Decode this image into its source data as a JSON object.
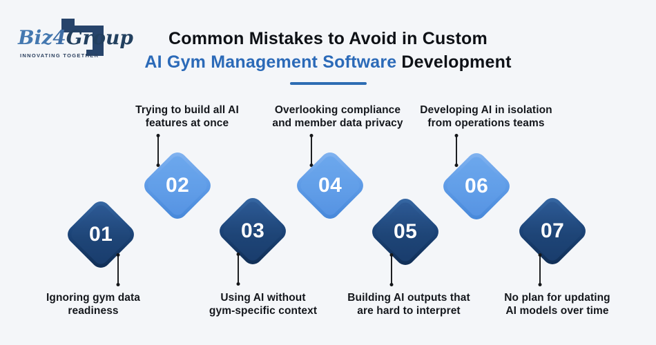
{
  "logo": {
    "brand_part1": "Biz",
    "brand_part2": "4",
    "brand_part3": "Group",
    "tagline": "INNOVATING TOGETHER"
  },
  "header": {
    "line1": "Common Mistakes to Avoid in Custom",
    "line2_highlight": "AI Gym Management Software",
    "line2_rest": "Development"
  },
  "colors": {
    "background": "#f4f6f9",
    "accent_blue": "#2b6ab8",
    "underline": "#2d6cb3",
    "dark_diamond": "#1c4478",
    "light_diamond": "#5f9ce7",
    "label_text": "#14171c"
  },
  "items": [
    {
      "number": "01",
      "label_line1": "Ignoring gym data",
      "label_line2": "readiness"
    },
    {
      "number": "02",
      "label_line1": "Trying to build all AI",
      "label_line2": "features at once"
    },
    {
      "number": "03",
      "label_line1": "Using AI without",
      "label_line2": "gym-specific context"
    },
    {
      "number": "04",
      "label_line1": "Overlooking compliance",
      "label_line2": "and member data privacy"
    },
    {
      "number": "05",
      "label_line1": "Building AI outputs that",
      "label_line2": "are hard to interpret"
    },
    {
      "number": "06",
      "label_line1": "Developing AI in isolation",
      "label_line2": "from operations teams"
    },
    {
      "number": "07",
      "label_line1": "No plan for updating",
      "label_line2": "AI models over time"
    }
  ]
}
